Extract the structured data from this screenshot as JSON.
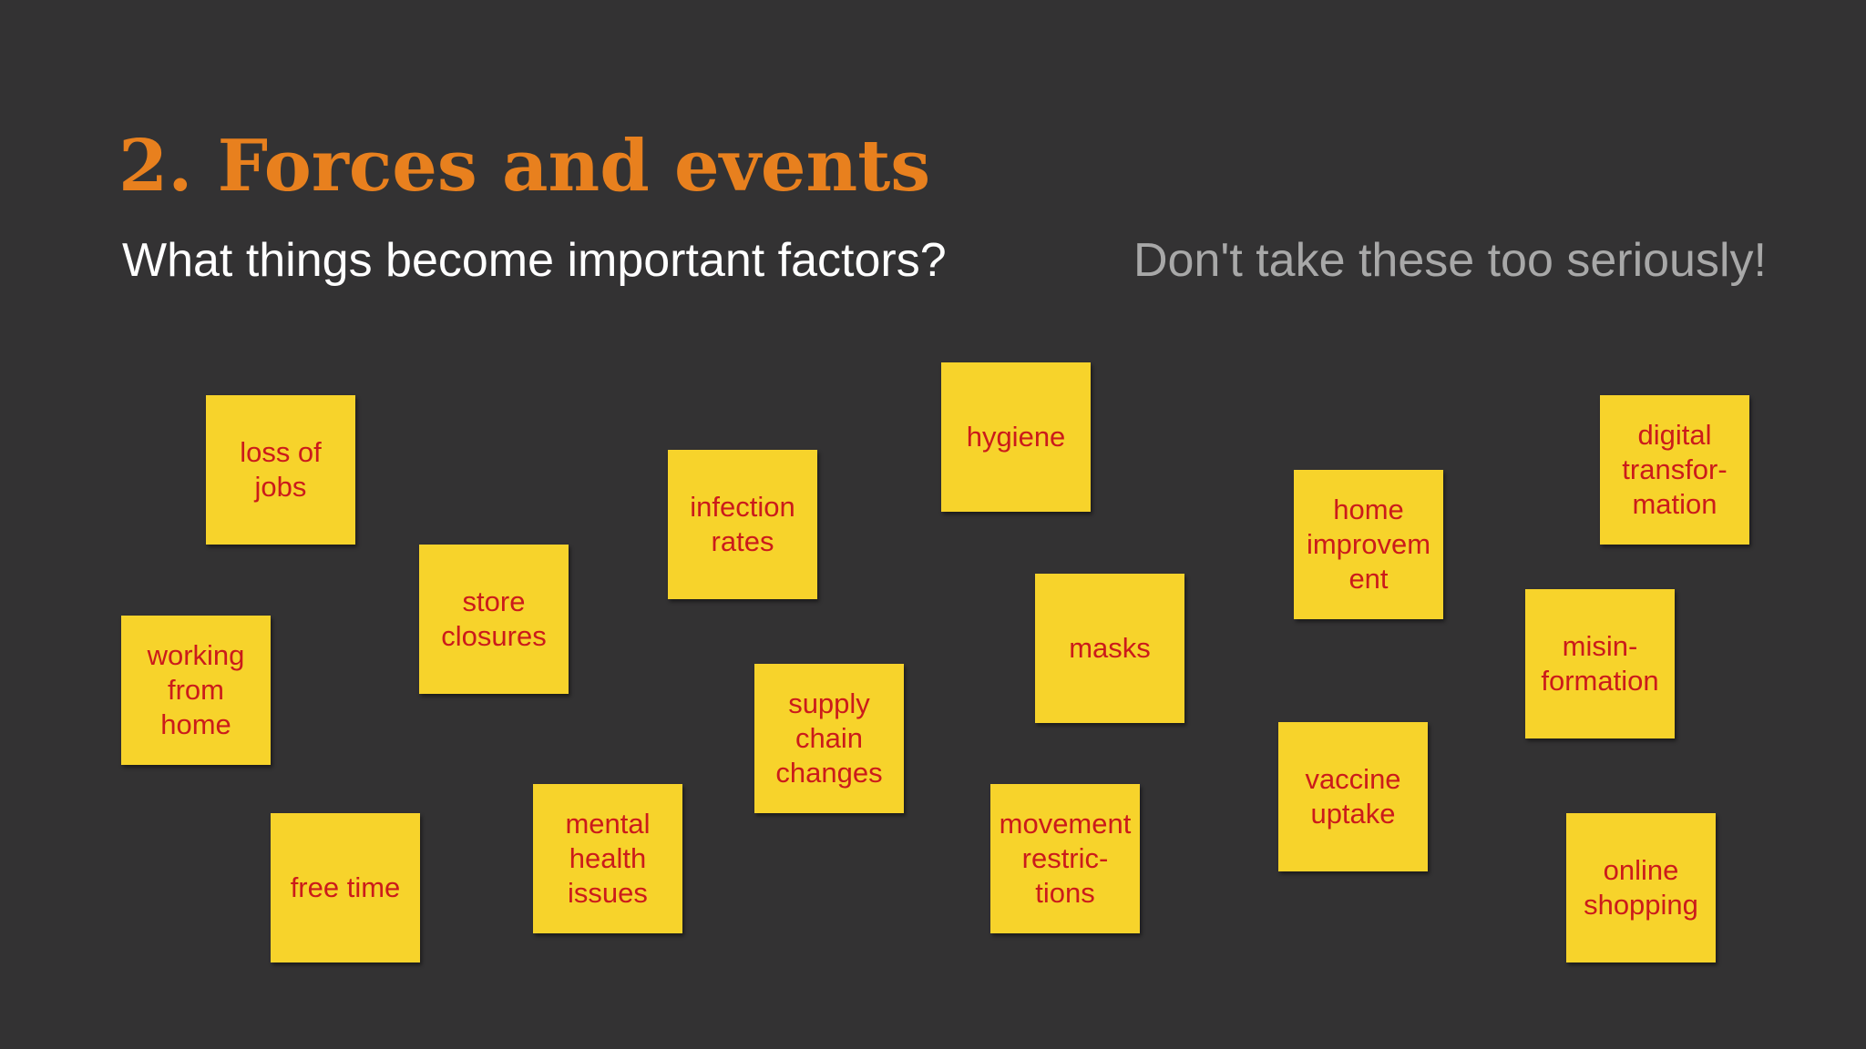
{
  "slide": {
    "title": "2. Forces and events",
    "subtitle": "What things become important factors?",
    "aside": "Don't take these too seriously!",
    "colors": {
      "background": "#333233",
      "title": "#E8801E",
      "subtitle": "#FFFFFF",
      "aside": "#A8A8A8",
      "note_fill": "#F7D32B",
      "note_text": "#CB1B1B"
    }
  },
  "notes": [
    {
      "text": "loss of\njobs"
    },
    {
      "text": "working\nfrom\nhome"
    },
    {
      "text": "store\nclosures"
    },
    {
      "text": "infection\nrates"
    },
    {
      "text": "hygiene"
    },
    {
      "text": "free time"
    },
    {
      "text": "mental\nhealth\nissues"
    },
    {
      "text": "supply\nchain\nchanges"
    },
    {
      "text": "masks"
    },
    {
      "text": "movement\nrestric-\ntions"
    },
    {
      "text": "home\nimprovem\nent"
    },
    {
      "text": "vaccine\nuptake"
    },
    {
      "text": "digital\ntransfor-\nmation"
    },
    {
      "text": "misin-\nformation"
    },
    {
      "text": "online\nshopping"
    }
  ]
}
